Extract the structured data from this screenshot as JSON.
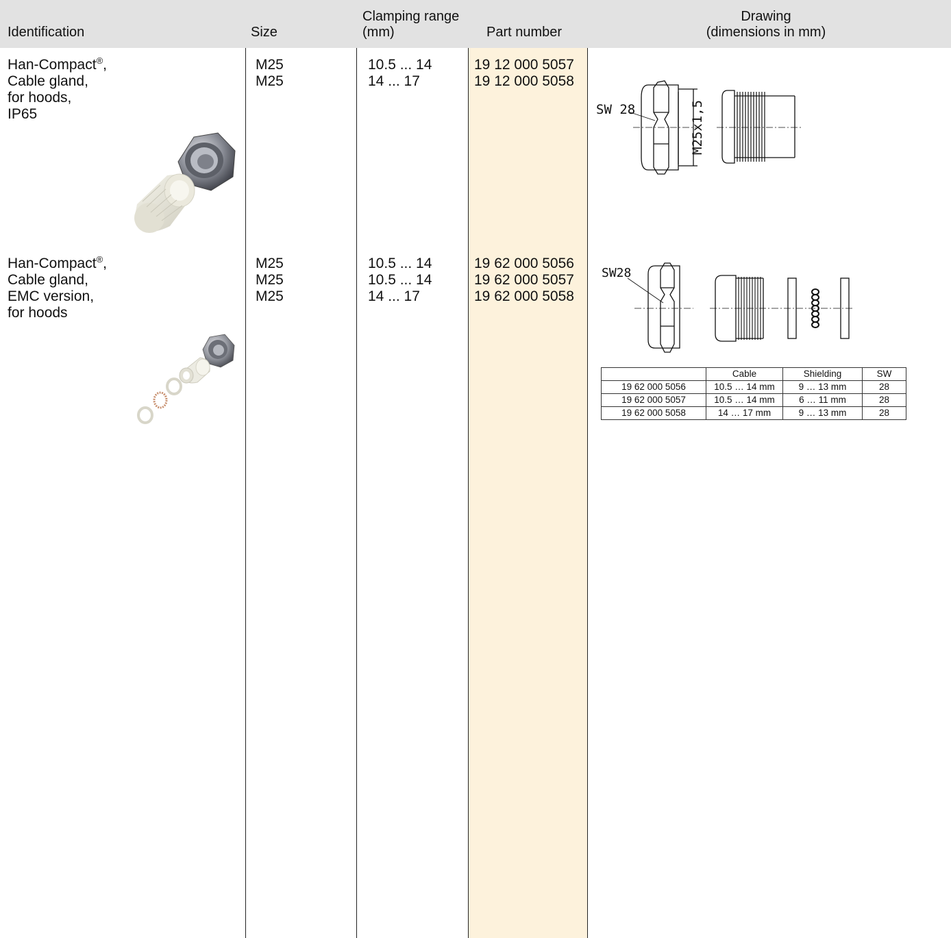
{
  "headers": {
    "identification": "Identification",
    "size": "Size",
    "clamping_line1": "Clamping range",
    "clamping_line2": "(mm)",
    "part_number": "Part number",
    "drawing_line1": "Drawing",
    "drawing_line2": "(dimensions in mm)"
  },
  "rows": [
    {
      "identification": [
        "Han-Compact",
        ",",
        "Cable gland,",
        "for hoods,",
        "IP65"
      ],
      "registered_mark": "®",
      "sizes": [
        "M25",
        "M25"
      ],
      "clamping": [
        "10.5 ... 14",
        "14 ... 17"
      ],
      "part_numbers": [
        "19 12 000 5057",
        "19 12 000 5058"
      ],
      "drawing_labels": {
        "wrench": "SW 28",
        "thread": "M25x1,5"
      },
      "photo_icon": "cable-gland-photo"
    },
    {
      "identification": [
        "Han-Compact",
        ",",
        "Cable gland,",
        "EMC version,",
        "for hoods"
      ],
      "registered_mark": "®",
      "sizes": [
        "M25",
        "M25",
        "M25"
      ],
      "clamping": [
        "10.5 ... 14",
        "10.5 ... 14",
        "14 ... 17"
      ],
      "part_numbers": [
        "19 62 000 5056",
        "19 62 000 5057",
        "19 62 000 5058"
      ],
      "drawing_labels": {
        "wrench": "SW28"
      },
      "photo_icon": "emc-cable-gland-photo",
      "spec_table": {
        "headers": [
          "",
          "Cable",
          "Shielding",
          "SW"
        ],
        "rows": [
          [
            "19 62 000 5056",
            "10.5 … 14 mm",
            "9 … 13 mm",
            "28"
          ],
          [
            "19 62 000 5057",
            "10.5 … 14 mm",
            "6 … 11 mm",
            "28"
          ],
          [
            "19 62 000 5058",
            "14 … 17 mm",
            "9 … 13 mm",
            "28"
          ]
        ]
      }
    }
  ]
}
